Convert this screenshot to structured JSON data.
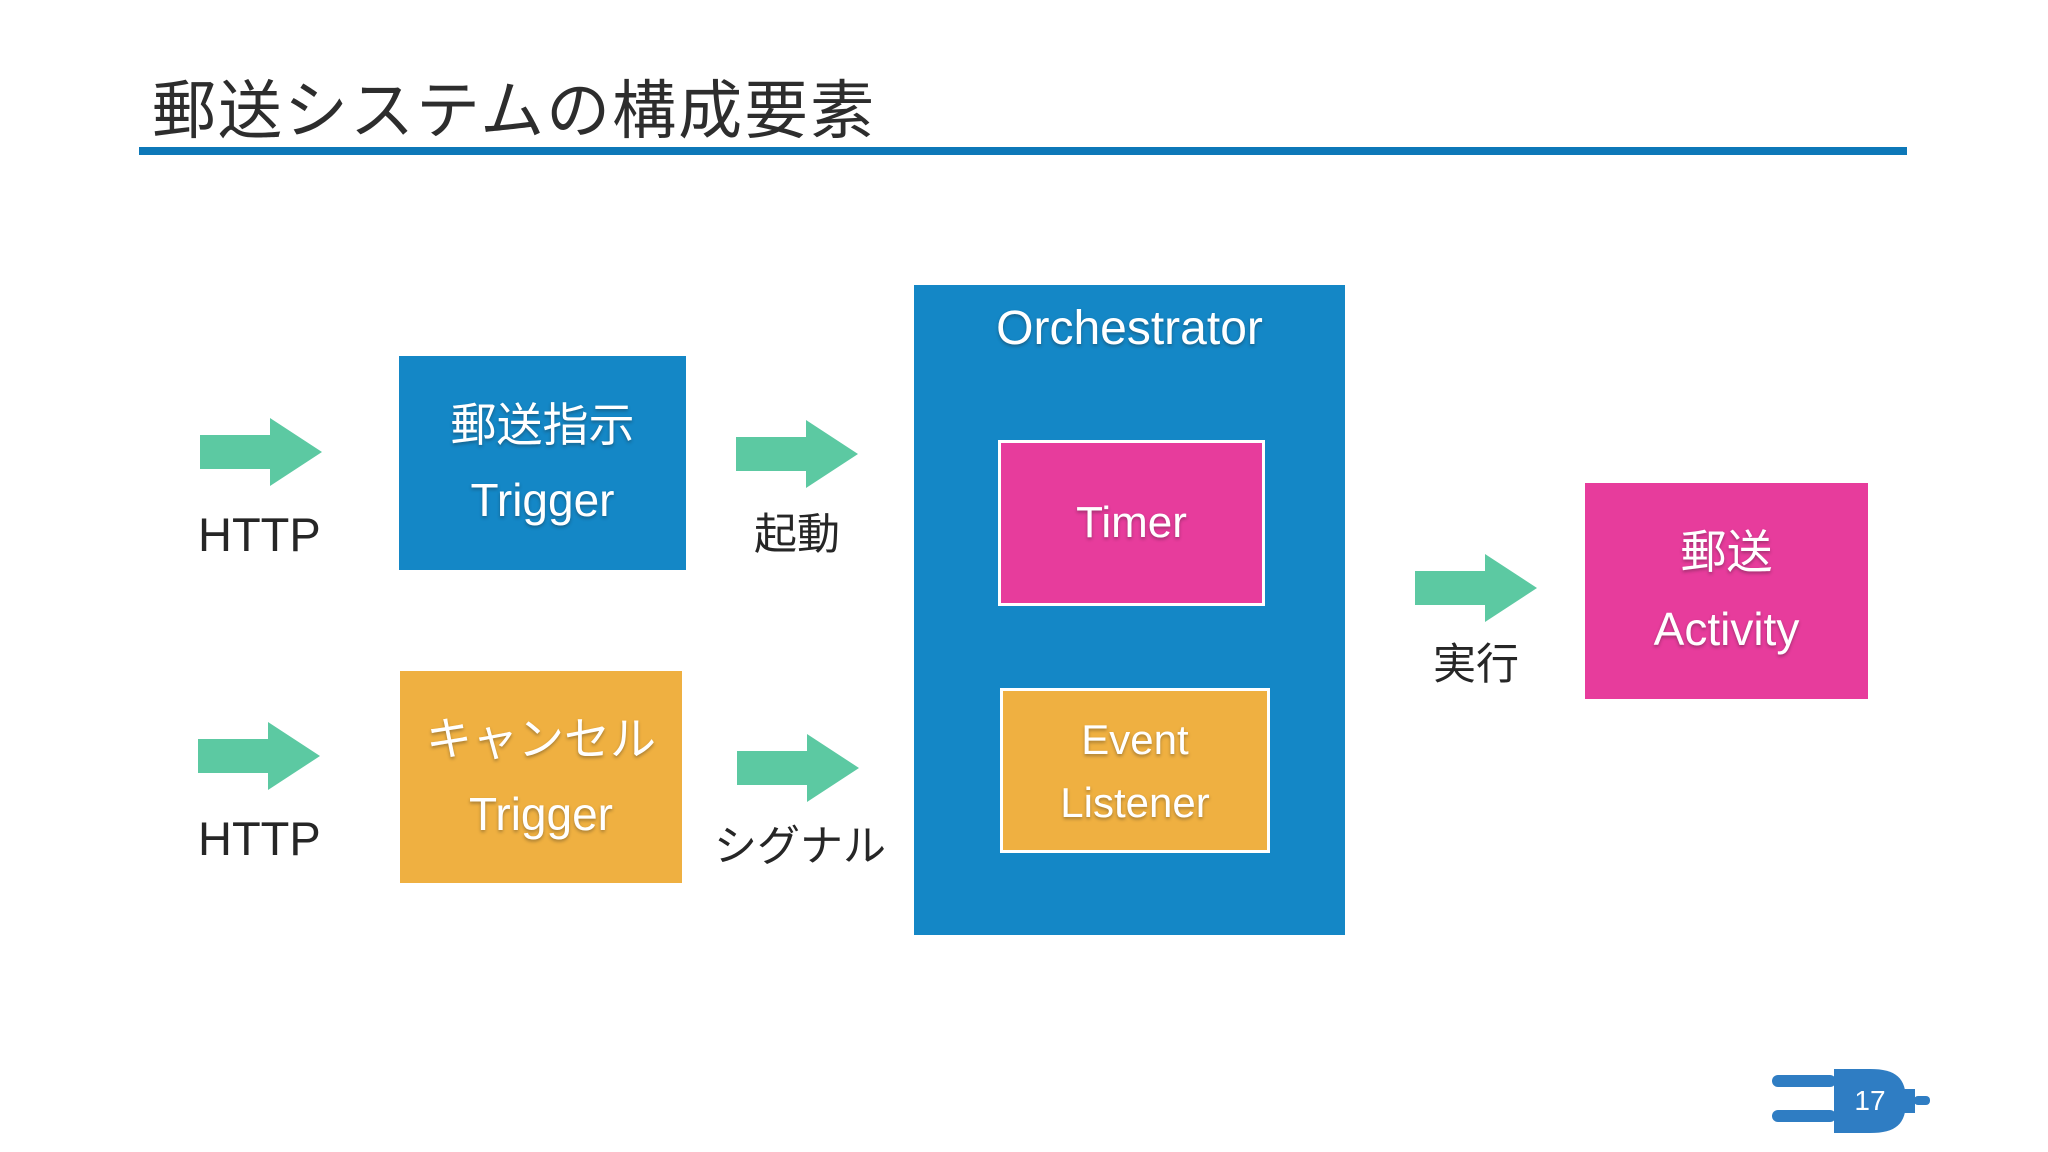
{
  "slide": {
    "title": "郵送システムの構成要素",
    "page_number": "17"
  },
  "nodes": {
    "mail_trigger": {
      "line1": "郵送指示",
      "line2": "Trigger"
    },
    "cancel_trigger": {
      "line1": "キャンセル",
      "line2": "Trigger"
    },
    "orchestrator": {
      "title": "Orchestrator"
    },
    "timer": {
      "label": "Timer"
    },
    "event_listener": {
      "line1": "Event",
      "line2": "Listener"
    },
    "mail_activity": {
      "line1": "郵送",
      "line2": "Activity"
    }
  },
  "labels": {
    "http_top": "HTTP",
    "start": "起動",
    "http_bottom": "HTTP",
    "signal": "シグナル",
    "execute": "実行"
  },
  "icons": {
    "flow_arrow": "arrow-right",
    "page_logo": "power-plug"
  },
  "colors": {
    "box_blue": "#1487c6",
    "box_pink": "#e73c9c",
    "box_orange": "#efb041",
    "arrow_green": "#5cc9a2",
    "title_underline": "#0d78b8",
    "title_text": "#2d2d2d",
    "label_text": "#262626",
    "plug_blue": "#2f7dc3"
  }
}
